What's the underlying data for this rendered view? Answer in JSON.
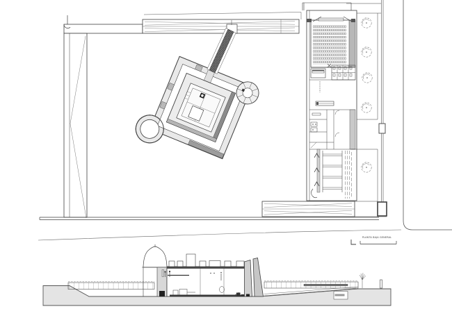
{
  "labels": {
    "scale_label": "PLANTA BAJA GENERAL"
  },
  "colors": {
    "background": "#ffffff",
    "linework": "#3f3f3f",
    "light_fill": "#e9e9e9",
    "ground_poche": "#e4e4e4",
    "mid_gray": "#cfcfcf",
    "dark_fill": "#3a3a3a",
    "hatch_dark": "#9a9a9a",
    "tree_line": "#777777"
  },
  "plan": {
    "tree_count": 5,
    "auditorium_seat_rows": 11,
    "elements": [
      "boundary-wall-top",
      "boundary-wall-left",
      "castle-plan",
      "moat",
      "inner-castle",
      "courtyard",
      "northeast-tower",
      "southwest-tower",
      "entrance-bridge",
      "annex-building",
      "auditorium-seats",
      "toilet-block",
      "stair-ramp",
      "south-hatched-wall",
      "tree-row",
      "perimeter-fence",
      "site-boundary",
      "road-edge",
      "coastline",
      "gate-post"
    ]
  },
  "section": {
    "elements": [
      "ground-poche",
      "stone-wall-row-left",
      "turret-dome",
      "crenellated-parapet",
      "castle-interior",
      "new-wall-slabs",
      "stone-wall-row-right",
      "ramp",
      "handrail",
      "plant-figure",
      "scale-bar"
    ]
  }
}
